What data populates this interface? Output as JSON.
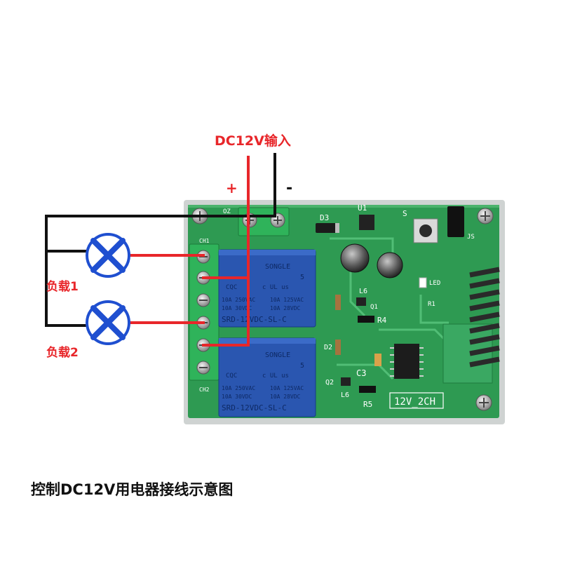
{
  "labels": {
    "input_title": "DC12V输入",
    "plus": "+",
    "minus": "-",
    "load_1": "负载1",
    "load_2": "负载2",
    "caption": "控制DC12V用电器接线示意图"
  },
  "board": {
    "model_label": "12V_2CH",
    "silkscreen": [
      "D3",
      "U1",
      "S",
      "JS",
      "OZ",
      "CH1",
      "CH2",
      "L6",
      "Q1",
      "R4",
      "D2",
      "C3",
      "Q2",
      "R5",
      "LED",
      "R1",
      "L6"
    ],
    "relays": [
      {
        "brand": "SONGLE",
        "cert": "CQC",
        "ul": "c UL us",
        "rating_a": "10A 250VAC",
        "rating_b": "10A 125VAC",
        "rating_c": "10A 30VDC",
        "rating_d": "10A 28VDC",
        "model": "SRD-12VDC-SL-C",
        "mark": "5"
      },
      {
        "brand": "SONGLE",
        "cert": "CQC",
        "ul": "c UL us",
        "rating_a": "10A 250VAC",
        "rating_b": "10A 125VAC",
        "rating_c": "10A 30VDC",
        "rating_d": "10A 28VDC",
        "model": "SRD-12VDC-SL-C",
        "mark": "5"
      }
    ]
  },
  "colors": {
    "positive_wire": "#e8262a",
    "negative_wire": "#111111",
    "pcb": "#2e9a52",
    "relay": "#2a56b0",
    "lamp": "#1f4fd0",
    "terminal": "#2fb35a"
  }
}
